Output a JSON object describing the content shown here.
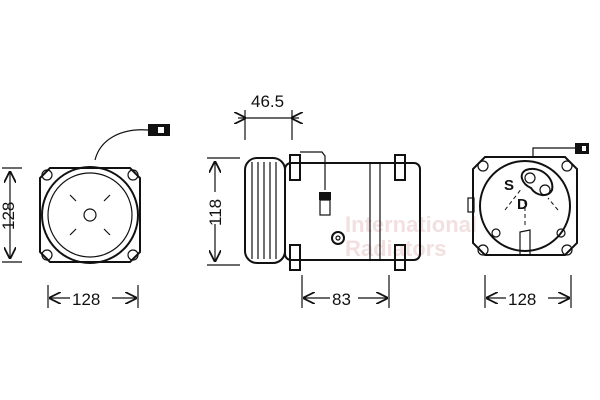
{
  "drawing": {
    "front_view": {
      "width_dim": "128",
      "height_dim": "128"
    },
    "side_view": {
      "pulley_dim": "46.5",
      "height_dim": "118",
      "length_dim": "83"
    },
    "rear_view": {
      "width_dim": "128",
      "port_suction": "S",
      "port_discharge": "D"
    },
    "watermark": "International Radiators",
    "colors": {
      "line": "#111111",
      "watermark": "#e8c8c8"
    }
  }
}
